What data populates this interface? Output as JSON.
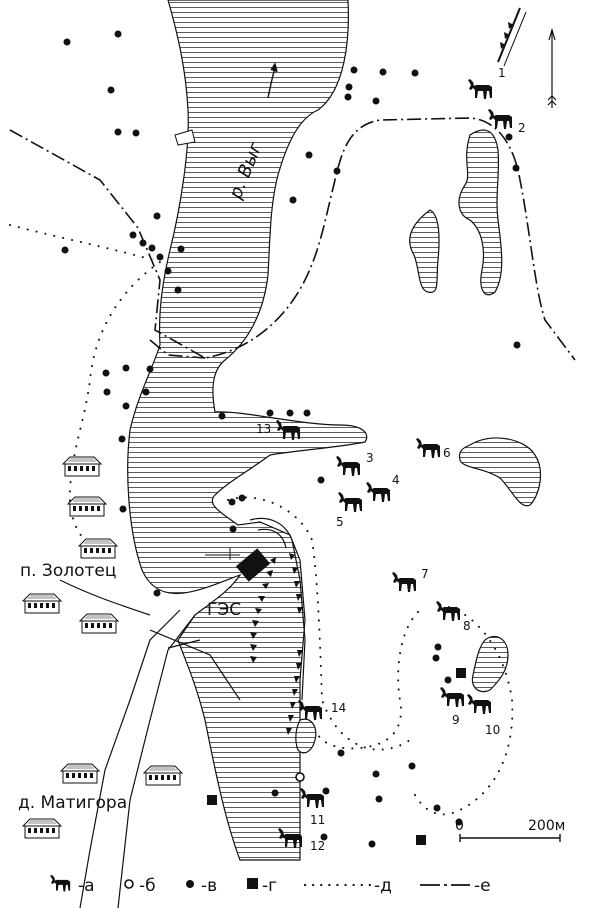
{
  "river": {
    "name": "р. Выг"
  },
  "places": [
    {
      "id": "zolotets",
      "label": "п. Золотец"
    },
    {
      "id": "ges",
      "label": "ГЭС"
    },
    {
      "id": "matigora",
      "label": "д. Матигора"
    }
  ],
  "site_numbers": [
    "1",
    "2",
    "3",
    "4",
    "5",
    "6",
    "7",
    "8",
    "9",
    "10",
    "11",
    "12",
    "13",
    "14"
  ],
  "scale": {
    "start": "0",
    "end": "200м"
  },
  "legend": [
    {
      "key": "a",
      "label": "-а",
      "icon": "petroglyph-elk-icon"
    },
    {
      "key": "b",
      "label": "-б",
      "icon": "open-circle-icon"
    },
    {
      "key": "v",
      "label": "-в",
      "icon": "filled-dot-icon"
    },
    {
      "key": "g",
      "label": "-г",
      "icon": "filled-square-icon"
    },
    {
      "key": "d",
      "label": "-д",
      "icon": "dotted-line-icon"
    },
    {
      "key": "e",
      "label": "-е",
      "icon": "dash-dot-line-icon"
    }
  ],
  "colors": {
    "ink": "#111111",
    "water_hatch": "#333333",
    "background": "#ffffff"
  }
}
